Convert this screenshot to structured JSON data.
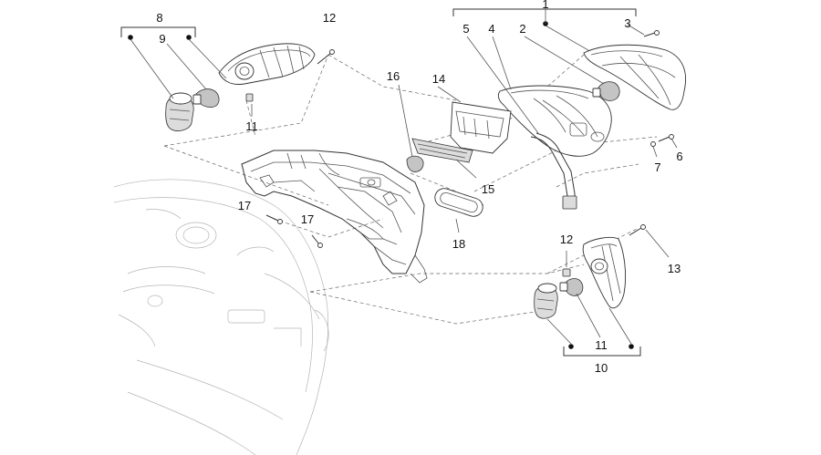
{
  "labels": {
    "p1": "1",
    "p2": "2",
    "p3": "3",
    "p4": "4",
    "p5": "5",
    "p6": "6",
    "p7": "7",
    "p8": "8",
    "p9": "9",
    "p10": "10",
    "p11a": "11",
    "p11b": "11",
    "p12a": "12",
    "p12b": "12",
    "p13": "13",
    "p14": "14",
    "p15": "15",
    "p16": "16",
    "p17a": "17",
    "p17b": "17",
    "p18": "18"
  }
}
